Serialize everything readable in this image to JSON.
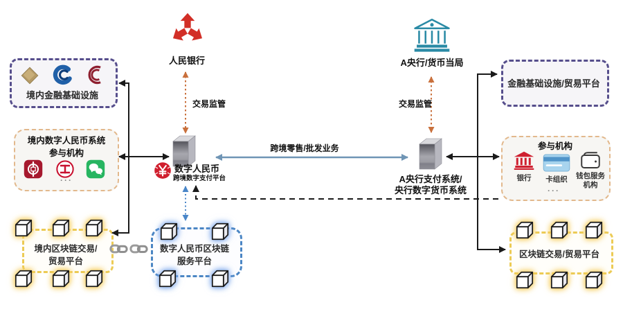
{
  "nodes": {
    "pboc": {
      "label": "人民银行"
    },
    "foreign_central_bank": {
      "label": "A央行/货币当局"
    },
    "ecny_platform": {
      "title": "数字人民币",
      "subtitle": "跨境数字支付平台"
    },
    "foreign_payment_system": {
      "line1": "A央行支付系统/",
      "line2": "央行数字货币系统"
    }
  },
  "edges": {
    "supervision_left": "交易监管",
    "supervision_right": "交易监管",
    "cross_border": "跨境零售/批发业务"
  },
  "boxes": {
    "domestic_infrastructure": {
      "label": "境内金融基础设施"
    },
    "domestic_participants": {
      "title_line1": "境内数字人民币系统",
      "title_line2": "参与机构",
      "more": "···"
    },
    "foreign_infrastructure": {
      "label": "金融基础设施/贸易平台"
    },
    "foreign_participants": {
      "title": "参与机构",
      "items": [
        "银行",
        "卡组织",
        "钱包服务机构"
      ],
      "more": "···"
    },
    "domestic_blockchain": {
      "line1": "境内区块链交易/",
      "line2": "贸易平台"
    },
    "ecny_blockchain": {
      "line1": "数字人民币区块链",
      "line2": "服务平台"
    },
    "foreign_blockchain": {
      "label": "区块链交易/贸易平台"
    }
  },
  "icons": {
    "pboc-logo-icon": "red PBOC emblem",
    "foreign-bank-icon": "teal classical bank building",
    "server-icon": "gray 3d server cube",
    "ecny-badge-icon": "red circle with yen symbol",
    "gold-diamond-icon": "gold lozenge",
    "blue-swirl-icon": "blue C swirl",
    "red-rings-icon": "dark red concentric C rings",
    "boc-bank-icon": "red square bank logo",
    "icbc-bank-icon": "red circle bank logo",
    "wechat-icon": "green chat bubbles",
    "bank-icon": "red bank building",
    "card-icon": "blue payment card",
    "wallet-icon": "outlined wallet",
    "blockchain-cube-icon": "white 3d cube",
    "chain-link-icon": "gray chain links"
  },
  "colors": {
    "purple_border": "#564e8c",
    "orange_border": "#e2b88c",
    "yellow_border": "#eccb55",
    "blue_border": "#4b86c4",
    "arrow_orange": "#c9703c",
    "arrow_blue": "#6f95b5",
    "arrow_black": "#1a1a1a",
    "dotted_blue": "#4a86c8",
    "pboc_red": "#d22f27",
    "foreign_teal": "#2a8aa5",
    "ecny_red": "#d01f2e"
  }
}
